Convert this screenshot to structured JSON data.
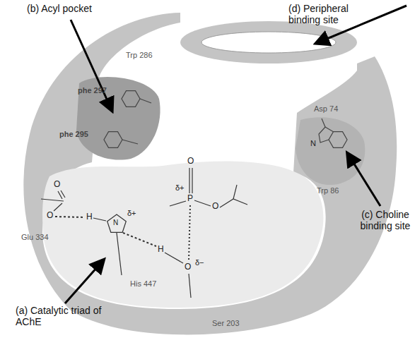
{
  "diagram": {
    "labels": [
      "(a) Catalytic triad of AChE",
      "(b) Acyl pocket",
      "(c) Choline binding site",
      "(d) Peripheral binding site",
      "Trp 286",
      "phe 297",
      "phe 295",
      "Asp 74",
      "Trp 86",
      "Glu 334",
      "His 447",
      "Ser 203",
      "O",
      "O",
      "H",
      "N",
      "δ+",
      "H",
      "O",
      "δ−",
      "δ+",
      "P",
      "O",
      "O",
      "N"
    ]
  }
}
